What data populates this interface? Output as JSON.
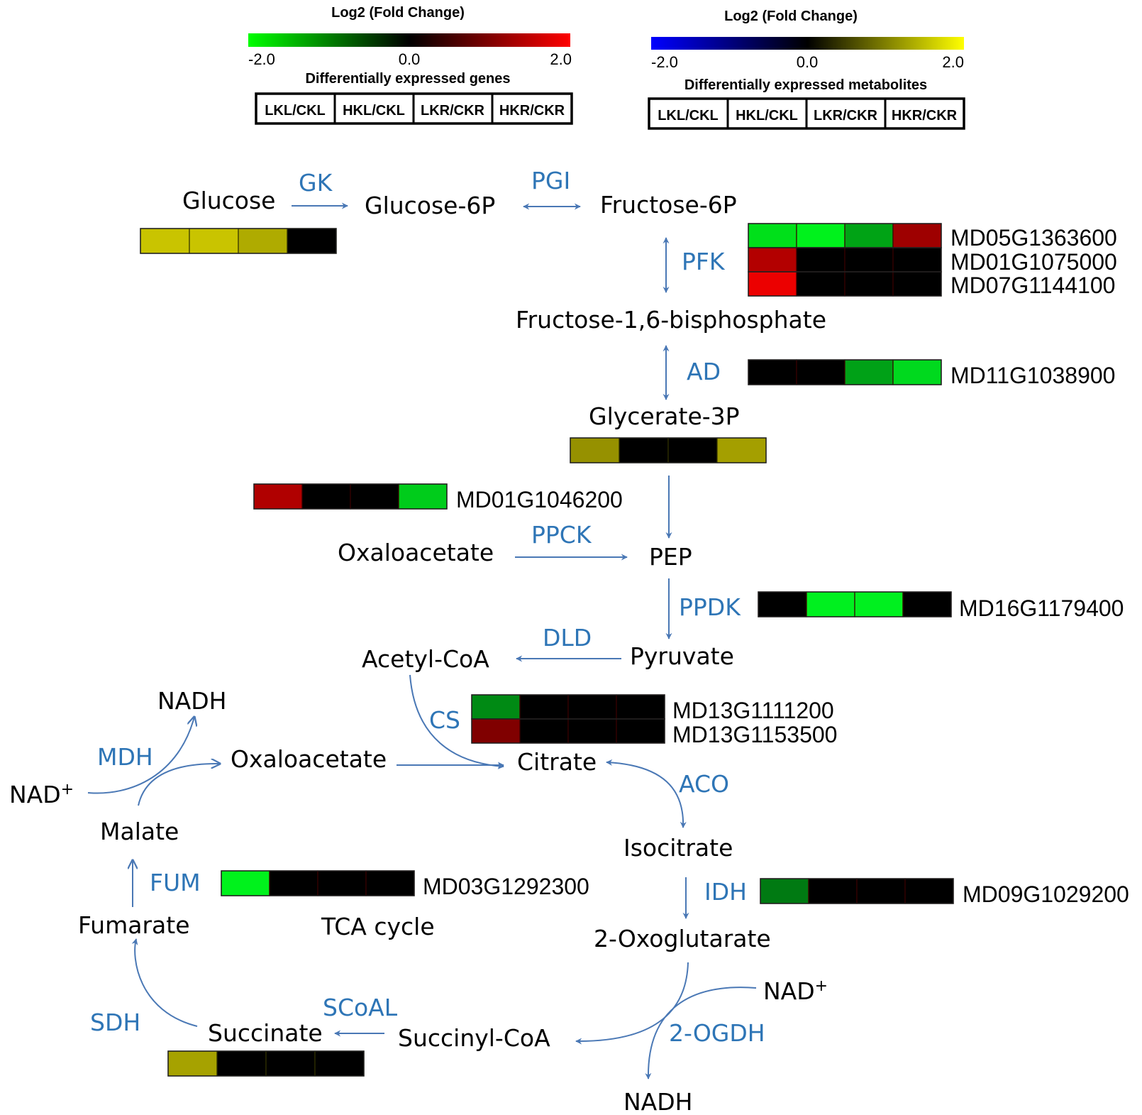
{
  "legend": {
    "genes": {
      "title": "Log2 (Fold Change)",
      "min_label": "-2.0",
      "mid_label": "0.0",
      "max_label": "2.0",
      "caption": "Differentially expressed genes",
      "colors": [
        "#00ff00",
        "#000000",
        "#ff0000"
      ],
      "columns": [
        "LKL/CKL",
        "HKL/CKL",
        "LKR/CKR",
        "HKR/CKR"
      ]
    },
    "metabolites": {
      "title": "Log2 (Fold Change)",
      "min_label": "-2.0",
      "mid_label": "0.0",
      "max_label": "2.0",
      "caption": "Differentially expressed metabolites",
      "colors": [
        "#0000ff",
        "#000000",
        "#ffff00"
      ],
      "columns": [
        "LKL/CKL",
        "HKL/CKL",
        "LKR/CKR",
        "HKR/CKR"
      ]
    }
  },
  "metabolites": {
    "glucose": "Glucose",
    "glucose6p": "Glucose-6P",
    "fructose6p": "Fructose-6P",
    "fructose16bp": "Fructose-1,6-bisphosphate",
    "glycerate3p": "Glycerate-3P",
    "oxaloacetate_top": "Oxaloacetate",
    "pep": "PEP",
    "pyruvate": "Pyruvate",
    "acetylcoa": "Acetyl-CoA",
    "nadh_top": "NADH",
    "nad_left": "NAD",
    "nad_left_sup": "+",
    "oxaloacetate_tca": "Oxaloacetate",
    "citrate": "Citrate",
    "malate": "Malate",
    "isocitrate": "Isocitrate",
    "fumarate": "Fumarate",
    "tca_cycle": "TCA cycle",
    "oxoglutarate": "2-Oxoglutarate",
    "nad_right": "NAD",
    "nad_right_sup": "+",
    "succinate": "Succinate",
    "succinylcoa": "Succinyl-CoA",
    "nadh_bottom": "NADH"
  },
  "enzymes": {
    "gk": "GK",
    "pgi": "PGI",
    "pfk": "PFK",
    "ad": "AD",
    "ppck": "PPCK",
    "ppdk": "PPDK",
    "dld": "DLD",
    "cs": "CS",
    "mdh": "MDH",
    "aco": "ACO",
    "fum": "FUM",
    "idh": "IDH",
    "scoal": "SCoAL",
    "sdh": "SDH",
    "ogdh": "2-OGDH"
  },
  "heatmaps": {
    "glucose": {
      "kind": "metabolite",
      "cells": [
        "#c9c400",
        "#c9c400",
        "#afab00",
        "#000000"
      ]
    },
    "pfk_md05": {
      "kind": "gene",
      "gene": "MD05G1363600",
      "cells": [
        "#00e01a",
        "#00f21c",
        "#00a315",
        "#9e0000"
      ]
    },
    "pfk_md01": {
      "kind": "gene",
      "gene": "MD01G1075000",
      "cells": [
        "#b30000",
        "#000000",
        "#000000",
        "#000000"
      ]
    },
    "pfk_md07": {
      "kind": "gene",
      "gene": "MD07G1144100",
      "cells": [
        "#ec0000",
        "#000000",
        "#000000",
        "#000000"
      ]
    },
    "ad_md11": {
      "kind": "gene",
      "gene": "MD11G1038900",
      "cells": [
        "#000000",
        "#000000",
        "#00a117",
        "#00d91e"
      ]
    },
    "glycerate3p": {
      "kind": "metabolite",
      "cells": [
        "#969100",
        "#000000",
        "#000000",
        "#a49f00"
      ]
    },
    "ppck_md01": {
      "kind": "gene",
      "gene": "MD01G1046200",
      "cells": [
        "#b00000",
        "#000000",
        "#000000",
        "#00cc1b"
      ]
    },
    "ppdk_md16": {
      "kind": "gene",
      "gene": "MD16G1179400",
      "cells": [
        "#000000",
        "#00f01f",
        "#00f01f",
        "#000000"
      ]
    },
    "cs_md13a": {
      "kind": "gene",
      "gene": "MD13G1111200",
      "cells": [
        "#008a14",
        "#000000",
        "#000000",
        "#000000"
      ]
    },
    "cs_md13b": {
      "kind": "gene",
      "gene": "MD13G1153500",
      "cells": [
        "#800000",
        "#000000",
        "#000000",
        "#000000"
      ]
    },
    "fum_md03": {
      "kind": "gene",
      "gene": "MD03G1292300",
      "cells": [
        "#00f21c",
        "#000000",
        "#000000",
        "#000000"
      ]
    },
    "idh_md09": {
      "kind": "gene",
      "gene": "MD09G1029200",
      "cells": [
        "#007a12",
        "#000000",
        "#000000",
        "#000000"
      ]
    },
    "succinate": {
      "kind": "metabolite",
      "cells": [
        "#a6a200",
        "#000000",
        "#000000",
        "#000000"
      ]
    }
  }
}
